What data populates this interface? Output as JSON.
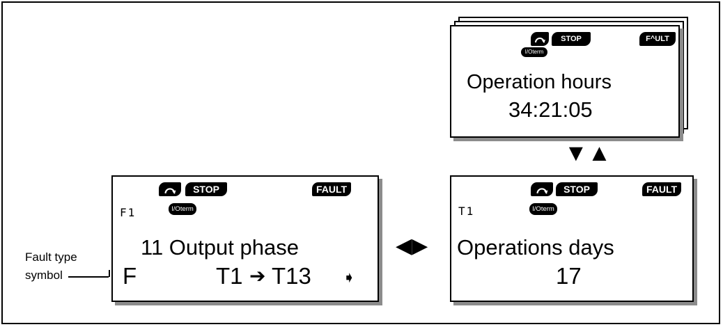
{
  "indicators": {
    "stop": "STOP",
    "fault": "FAULT",
    "io_term": "I/Oterm"
  },
  "top_panel": {
    "fault_badge": "F^ULT",
    "line1": "Operation hours",
    "line2": "34:21:05"
  },
  "right_panel": {
    "code": "T1",
    "line1": "Operations days",
    "line2": "17"
  },
  "left_panel": {
    "code": "F1",
    "line1": "11 Output phase",
    "fault_type": "F",
    "time_from": "T1",
    "arrow": "➔",
    "time_to": "T13",
    "trail_arrow": "➧"
  },
  "caption": {
    "line1": "Fault type",
    "line2": "symbol"
  },
  "nav": {
    "vertical": "▼▲",
    "horizontal": "◀▶"
  },
  "icons": {
    "run_direction": "rotation-arrow-icon"
  }
}
